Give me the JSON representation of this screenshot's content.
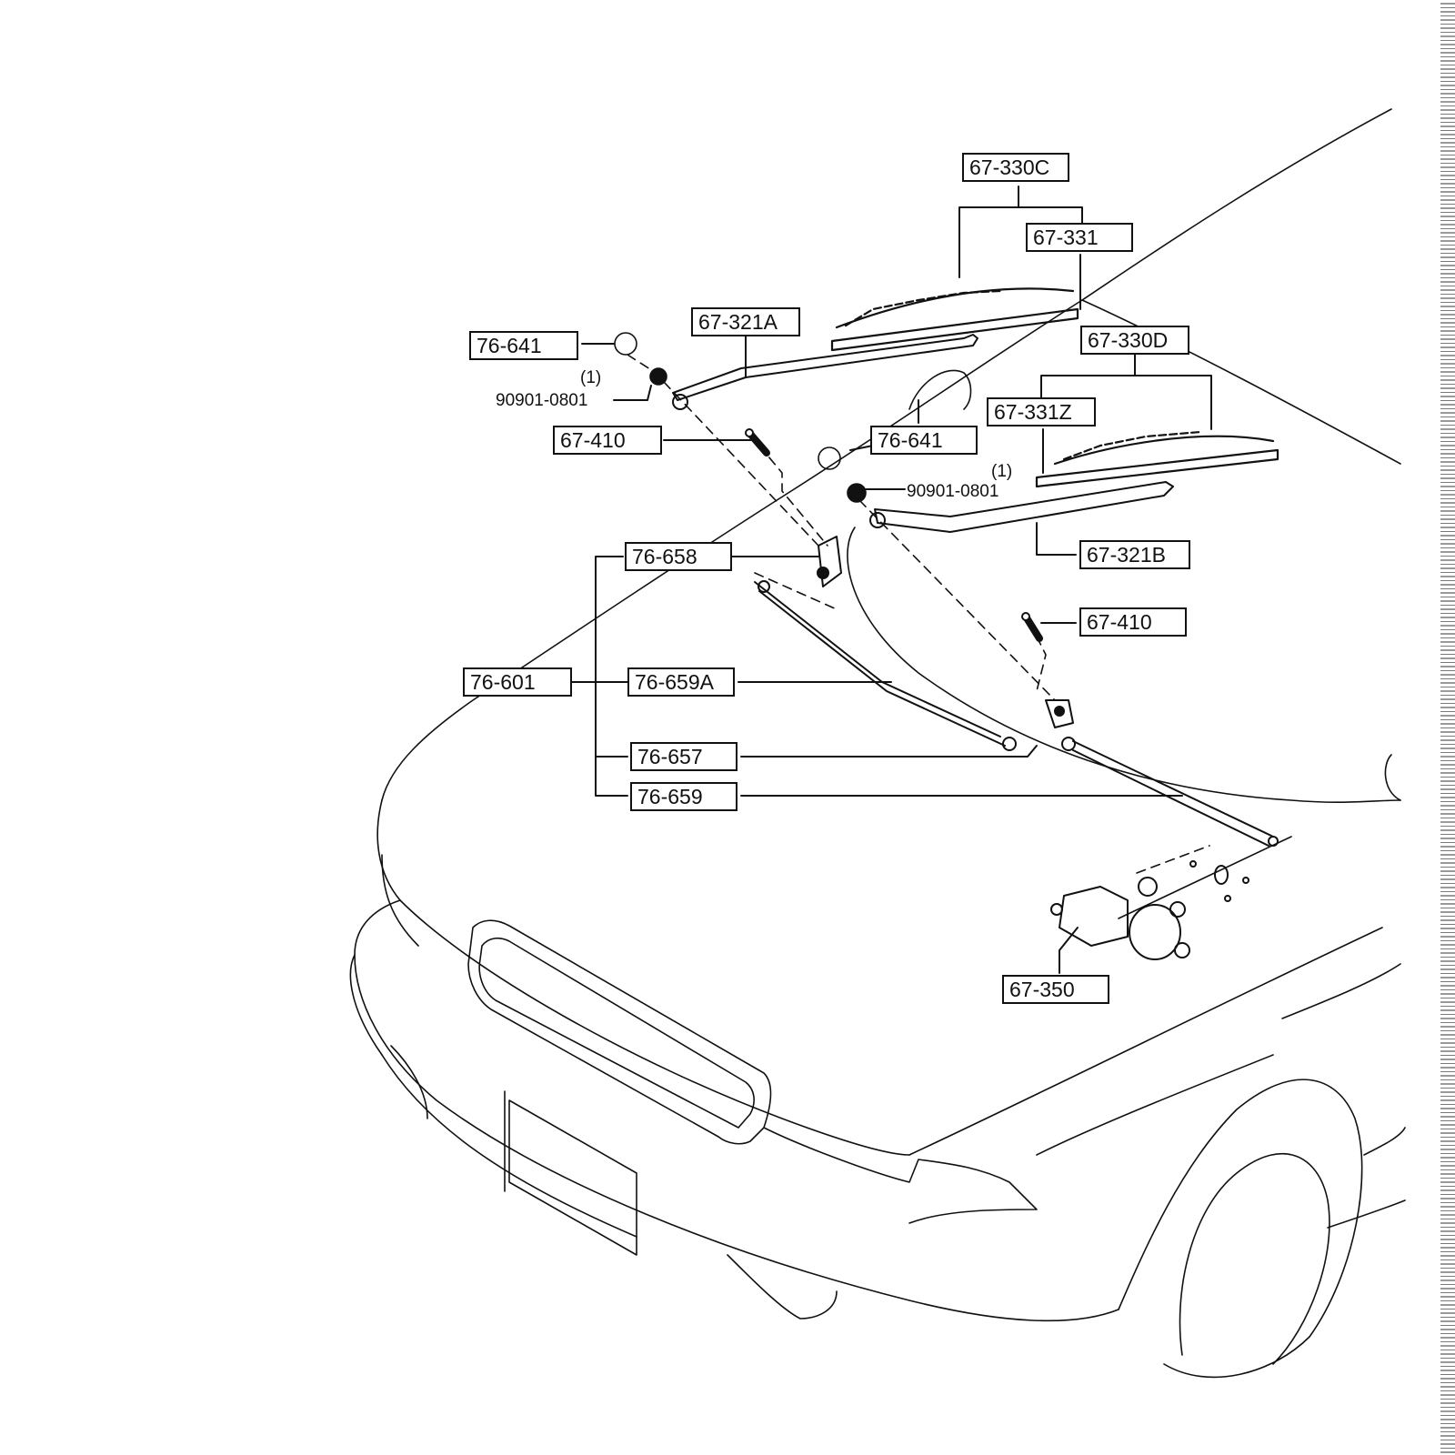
{
  "diagram": {
    "title": "Windshield wiper system exploded parts diagram",
    "callouts": [
      {
        "id": "c1",
        "label": "67-330C"
      },
      {
        "id": "c2",
        "label": "67-331"
      },
      {
        "id": "c3",
        "label": "67-321A"
      },
      {
        "id": "c4",
        "label": "76-641"
      },
      {
        "id": "c5",
        "label": "67-410"
      },
      {
        "id": "c6",
        "label": "67-330D"
      },
      {
        "id": "c7",
        "label": "67-331Z"
      },
      {
        "id": "c8",
        "label": "76-641"
      },
      {
        "id": "c9",
        "label": "67-321B"
      },
      {
        "id": "c10",
        "label": "67-410"
      },
      {
        "id": "c11",
        "label": "76-658"
      },
      {
        "id": "c12",
        "label": "76-601"
      },
      {
        "id": "c13",
        "label": "76-659A"
      },
      {
        "id": "c14",
        "label": "76-657"
      },
      {
        "id": "c15",
        "label": "76-659"
      },
      {
        "id": "c16",
        "label": "67-350"
      }
    ],
    "plain_labels": [
      {
        "id": "p1",
        "label": "90901-0801",
        "qty": "(1)"
      },
      {
        "id": "p2",
        "label": "90901-0801",
        "qty": "(1)"
      }
    ]
  }
}
